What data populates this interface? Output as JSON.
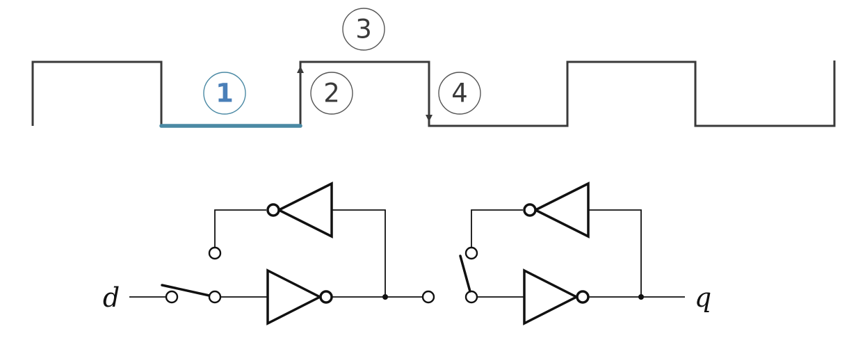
{
  "colors": {
    "waveform": "#3a3a3a",
    "highlight": "#4a89a4",
    "highlight_text": "#4a7fb8",
    "marker": "#555555",
    "circuit": "#111111"
  },
  "markers": [
    {
      "id": "step-1",
      "label": "1",
      "active": true
    },
    {
      "id": "step-2",
      "label": "2",
      "active": false
    },
    {
      "id": "step-3",
      "label": "3",
      "active": false
    },
    {
      "id": "step-4",
      "label": "4",
      "active": false
    }
  ],
  "circuit": {
    "input_label": "d",
    "output_label": "q"
  }
}
